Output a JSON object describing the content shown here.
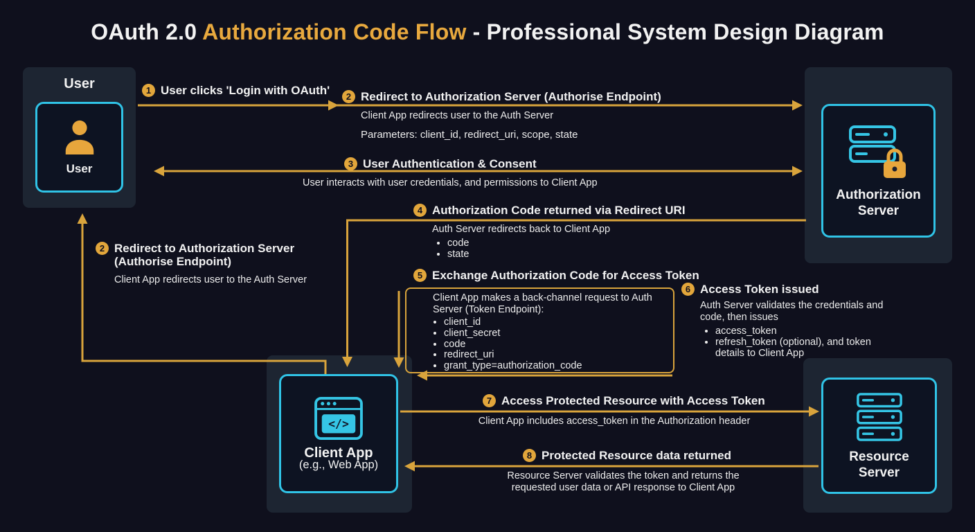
{
  "title": {
    "prefix": "OAuth 2.0 ",
    "highlight": "Authorization Code Flow",
    "suffix": " - Professional System Design Diagram"
  },
  "nodes": {
    "user": {
      "header": "User",
      "label": "User",
      "icon": "person-icon"
    },
    "auth_server": {
      "label": "Authorization Server",
      "icon": "server-lock-icon"
    },
    "client_app": {
      "label": "Client App",
      "sublabel": "(e.g., Web App)",
      "icon": "browser-code-icon",
      "icon_glyph": "</>"
    },
    "resource_server": {
      "label": "Resource Server",
      "icon": "server-stack-icon"
    }
  },
  "steps": {
    "s1": {
      "num": "1",
      "title": "User clicks 'Login with OAuth'"
    },
    "s2": {
      "num": "2",
      "title": "Redirect to Authorization Server (Authorise Endpoint)",
      "desc": "Client App redirects user to the Auth Server",
      "params": "Parameters: client_id, redirect_uri, scope, state"
    },
    "s3": {
      "num": "3",
      "title": "User Authentication & Consent",
      "desc": "User interacts with  user credentials, and permissions to Client App"
    },
    "s4": {
      "num": "4",
      "title": "Authorization Code returned via Redirect URI",
      "desc": "Auth Server redirects back to Client App",
      "bullets": [
        "code",
        "state"
      ]
    },
    "s2b": {
      "num": "2",
      "title": "Redirect to Authorization Server (Authorise Endpoint)",
      "desc": "Client App redirects user to the Auth Server"
    },
    "s5": {
      "num": "5",
      "title": "Exchange Authorization Code for Access Token",
      "desc": "Client App makes a back-channel request to Auth Server (Token Endpoint):",
      "bullets": [
        "client_id",
        "client_secret",
        "code",
        "redirect_uri",
        "grant_type=authorization_code"
      ]
    },
    "s6": {
      "num": "6",
      "title": "Access Token issued",
      "desc": "Auth Server validates the credentials and code, then issues",
      "bullets": [
        "access_token",
        "refresh_token (optional), and token details to Client App"
      ]
    },
    "s7": {
      "num": "7",
      "title": "Access Protected Resource with Access Token",
      "desc": "Client App includes access_token in the Authorization header"
    },
    "s8": {
      "num": "8",
      "title": "Protected Resource data returned",
      "desc": "Resource Server validates the token and returns the requested user data or API response to Client App"
    }
  },
  "colors": {
    "background": "#0f101d",
    "panel": "#1d2532",
    "accent_gold": "#e2a63b",
    "accent_cyan": "#30c3e6",
    "text": "#f2f2f2"
  }
}
